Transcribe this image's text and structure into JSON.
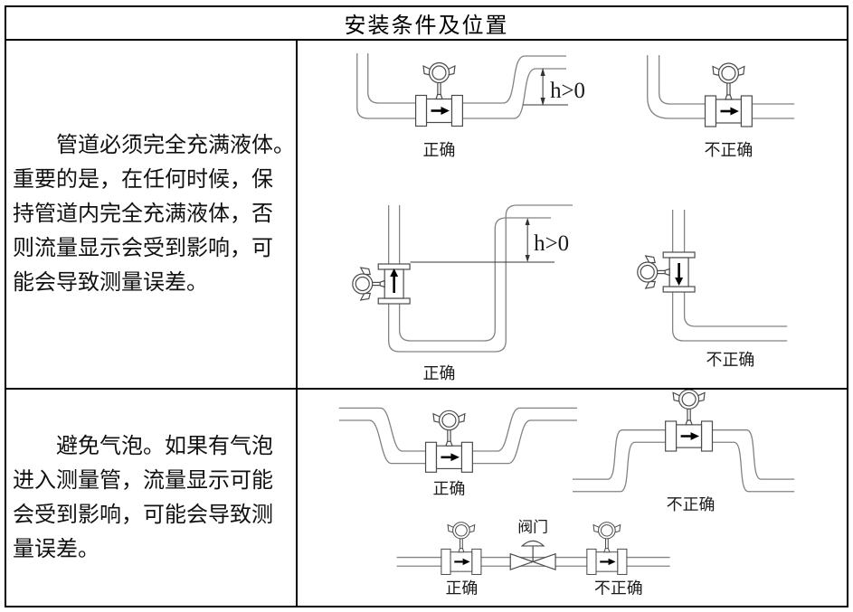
{
  "title": "安装条件及位置",
  "rows": [
    {
      "description_lines": [
        "管道必须完全充满液体。",
        "重要的是，在任何时候，保",
        "持管道内完全充满液体，否",
        "则流量显示会受到影响，可",
        "能会导致测量误差。"
      ],
      "labels": {
        "d1": "正确",
        "d2": "不正确",
        "d3": "正确",
        "d4": "不正确"
      },
      "annotations": {
        "h1": "h>0",
        "h2": "h>0"
      }
    },
    {
      "description_lines": [
        "避免气泡。如果有气泡",
        "进入测量管，流量显示可能",
        "会受到影响，可能会导致测",
        "量误差。"
      ],
      "labels": {
        "d1": "正确",
        "d2": "不正确",
        "d3": "正确",
        "d4": "不正确"
      },
      "valve_label": "阀门"
    }
  ]
}
